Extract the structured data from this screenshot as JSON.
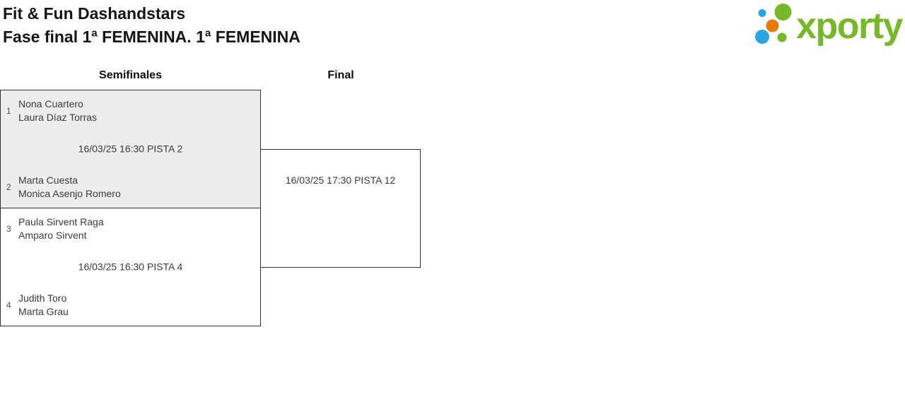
{
  "header": {
    "title_line1": "Fit & Fun Dashandstars",
    "title_line2": "Fase final 1ª FEMENINA. 1ª FEMENINA",
    "logo_text": "xporty"
  },
  "colors": {
    "logo_green": "#76b82a",
    "logo_blue": "#2aa5e1",
    "logo_orange": "#e8790d",
    "match_highlight_gray": "#ededed",
    "border": "#323232"
  },
  "bracket": {
    "round_headers": [
      "Semifinales",
      "Final"
    ],
    "semifinals": [
      {
        "top": {
          "seed": "1",
          "line1": "Nona Cuartero",
          "line2": "Laura Díaz Torras"
        },
        "schedule": "16/03/25 16:30 PISTA 2",
        "bottom": {
          "seed": "2",
          "line1": "Marta Cuesta",
          "line2": "Monica Asenjo Romero"
        }
      },
      {
        "top": {
          "seed": "3",
          "line1": "Paula Sirvent Raga",
          "line2": "Amparo Sirvent"
        },
        "schedule": "16/03/25 16:30 PISTA 4",
        "bottom": {
          "seed": "4",
          "line1": "Judith Toro",
          "line2": "Marta Grau"
        }
      }
    ],
    "final": {
      "schedule": "16/03/25 17:30 PISTA 12"
    }
  }
}
